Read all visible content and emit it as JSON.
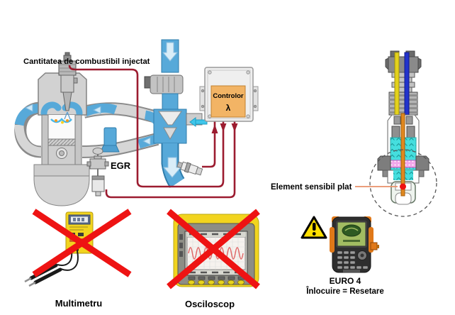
{
  "labels": {
    "fuel_quantity": "Cantitatea de combustibil injectat",
    "egr": "EGR",
    "controller_line1": "Controlor",
    "controller_line2": "λ",
    "flat_element": "Element sensibil plat",
    "multimeter": "Multimetru",
    "oscilloscope": "Osciloscop",
    "euro4": "EURO 4",
    "replace_reset": "Înlocuire = Resetare"
  },
  "icons": {
    "warning": "warning-triangle",
    "prohibited": "red-cross"
  },
  "colors": {
    "wire_red": "#9c1c30",
    "cross_red": "#ee1313",
    "pipe_blue": "#57a9d9",
    "pipe_blue_dark": "#2f7cab",
    "controller_label_bg": "#f2b465",
    "warning_yellow": "#ffdf00",
    "device_yellow": "#f2d41e",
    "ceramic_cyan": "#45dede",
    "seal_pink": "#f2a6ea",
    "electrode_orange": "#e0881f",
    "sensing_red": "#ee1111",
    "scanner_orange": "#e07818"
  }
}
